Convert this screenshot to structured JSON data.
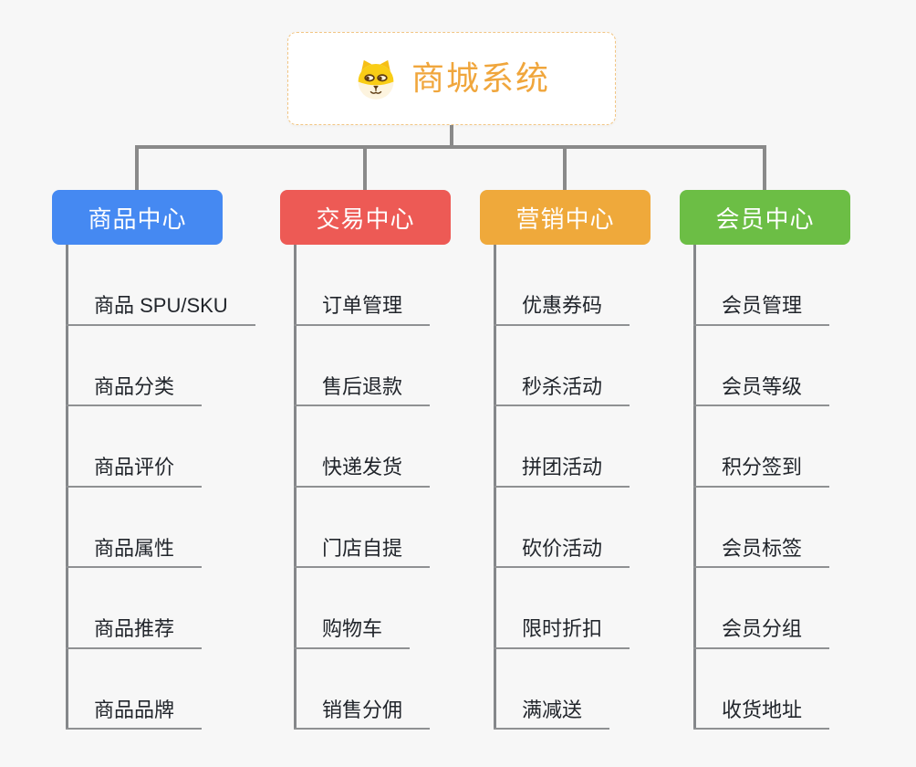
{
  "page": {
    "background": "#f7f7f7",
    "connector_color": "#8a8a8a"
  },
  "root": {
    "title": "商城系统",
    "icon": "dog-face-icon",
    "title_color": "#f0a63c",
    "border_color": "#f2c583"
  },
  "branches": [
    {
      "label": "商品中心",
      "color": "#4589f2",
      "items": [
        "商品 SPU/SKU",
        "商品分类",
        "商品评价",
        "商品属性",
        "商品推荐",
        "商品品牌"
      ]
    },
    {
      "label": "交易中心",
      "color": "#ed5a55",
      "items": [
        "订单管理",
        "售后退款",
        "快递发货",
        "门店自提",
        "购物车",
        "销售分佣"
      ]
    },
    {
      "label": "营销中心",
      "color": "#efa93b",
      "items": [
        "优惠券码",
        "秒杀活动",
        "拼团活动",
        "砍价活动",
        "限时折扣",
        "满减送"
      ]
    },
    {
      "label": "会员中心",
      "color": "#6cbe45",
      "items": [
        "会员管理",
        "会员等级",
        "积分签到",
        "会员标签",
        "会员分组",
        "收货地址"
      ]
    }
  ]
}
